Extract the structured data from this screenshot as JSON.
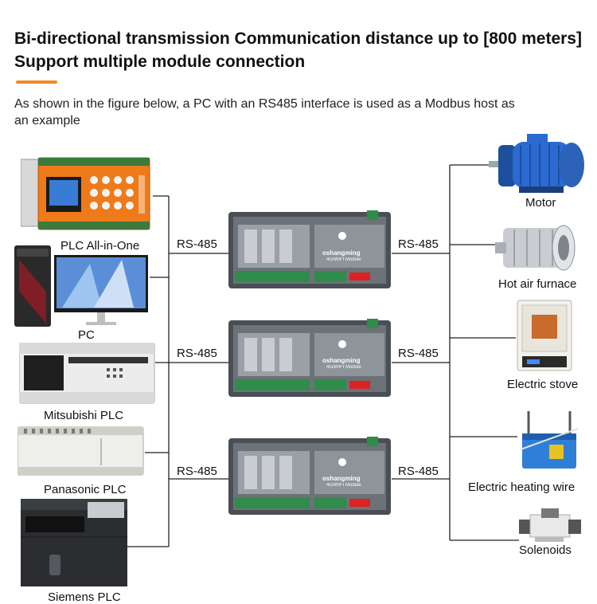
{
  "heading": "Bi-directional transmission Communication distance up to [800 meters] Support multiple module connection",
  "description": "As shown in the figure below, a PC with an RS485 interface is used as a Modbus host as an example",
  "colors": {
    "accent": "#f08a24",
    "wire": "#222222",
    "module_case": "#4a4f55",
    "module_board": "#2f8c4a",
    "plc_orange": "#ef7a1a"
  },
  "left_devices": [
    {
      "label": "PLC All-in-One",
      "icon": "plc-all-in-one-icon"
    },
    {
      "label": "PC",
      "icon": "desktop-pc-icon"
    },
    {
      "label": "Mitsubishi PLC",
      "icon": "mitsubishi-plc-icon"
    },
    {
      "label": "Panasonic PLC",
      "icon": "panasonic-plc-icon"
    },
    {
      "label": "Siemens PLC",
      "icon": "siemens-plc-icon"
    }
  ],
  "modules": [
    {
      "brand": "oshangming",
      "subtitle": "4G/WIFI Module",
      "left_link": "RS-485",
      "right_link": "RS-485"
    },
    {
      "brand": "oshangming",
      "subtitle": "4G/WIFI Module",
      "left_link": "RS-485",
      "right_link": "RS-485"
    },
    {
      "brand": "oshangming",
      "subtitle": "4G/WIFI Module",
      "left_link": "RS-485",
      "right_link": "RS-485"
    }
  ],
  "right_devices": [
    {
      "label": "Motor",
      "icon": "motor-icon"
    },
    {
      "label": "Hot air furnace",
      "icon": "hot-air-furnace-icon"
    },
    {
      "label": "Electric stove",
      "icon": "electric-stove-icon"
    },
    {
      "label": "Electric heating wire",
      "icon": "electric-heating-wire-icon"
    },
    {
      "label": "Solenoids",
      "icon": "solenoid-icon"
    }
  ]
}
